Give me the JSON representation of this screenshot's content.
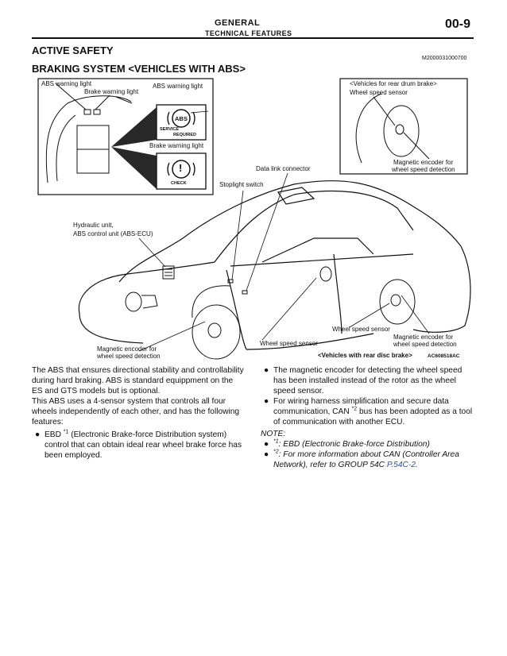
{
  "header": {
    "category": "GENERAL",
    "subtitle": "TECHNICAL FEATURES",
    "page": "00-9"
  },
  "section": {
    "title": "ACTIVE SAFETY",
    "subtitle": "BRAKING SYSTEM <VEHICLES WITH ABS>",
    "doc_id": "M2000031000700"
  },
  "figure": {
    "inset_labels": {
      "abs_warning_light_1": "ABS warning light",
      "brake_warning_light_1": "Brake warning light",
      "abs_warning_light_2": "ABS warning light",
      "abs_icon": "ABS",
      "service": "SERVICE",
      "required": "REQUIRED",
      "brake_warning_light_2": "Brake warning light",
      "check": "CHECK",
      "warn_mark": "!"
    },
    "rear_drum": {
      "title": "<Vehicles for rear drum brake>",
      "sensor": "Wheel speed sensor",
      "encoder_1": "Magnetic encoder for",
      "encoder_2": "wheel speed detection"
    },
    "labels": {
      "data_link": "Data link connector",
      "stoplight": "Stoplight switch",
      "hydraulic_1": "Hydraulic unit,",
      "hydraulic_2": "ABS control unit (ABS-ECU)",
      "wss_rear": "Wheel speed sensor",
      "wss_front": "Wheel speed sensor",
      "enc_front_1": "Magnetic encoder for",
      "enc_front_2": "wheel speed detection",
      "enc_rear_1": "Magnetic encoder for",
      "enc_rear_2": "wheel speed detection",
      "rear_disc": "<Vehicles with rear disc brake>",
      "fig_code": "AC608518AC"
    }
  },
  "left_col": {
    "p1": "The ABS that ensures directional stability and controllability during hard braking. ABS is standard equippment on the ES and GTS models but is optional.",
    "p2": "This ABS uses a 4-sensor system that controls all four wheels independently of each other, and has the following features:",
    "b1_a": "EBD ",
    "b1_sup": "*1",
    "b1_b": " (Electronic Brake-force Distribution system) control that can obtain ideal rear wheel brake force has been employed."
  },
  "right_col": {
    "b1": "The magnetic encoder for detecting the wheel speed has been installed instead of the rotor as the wheel speed sensor.",
    "b2_a": "For wiring harness simplification and secure data communication, CAN ",
    "b2_sup": "*2",
    "b2_b": " bus has been adopted as a tool of communication with another ECU.",
    "note": "NOTE:",
    "n1_sup": "*1",
    "n1": ": EBD (Electronic Brake-force Distribution)",
    "n2_sup": "*2",
    "n2": ": For more information about CAN (Controller Area Network), refer to GROUP 54C ",
    "n2_link": "P.54C-2",
    "n2_end": "."
  },
  "bullet": "●"
}
